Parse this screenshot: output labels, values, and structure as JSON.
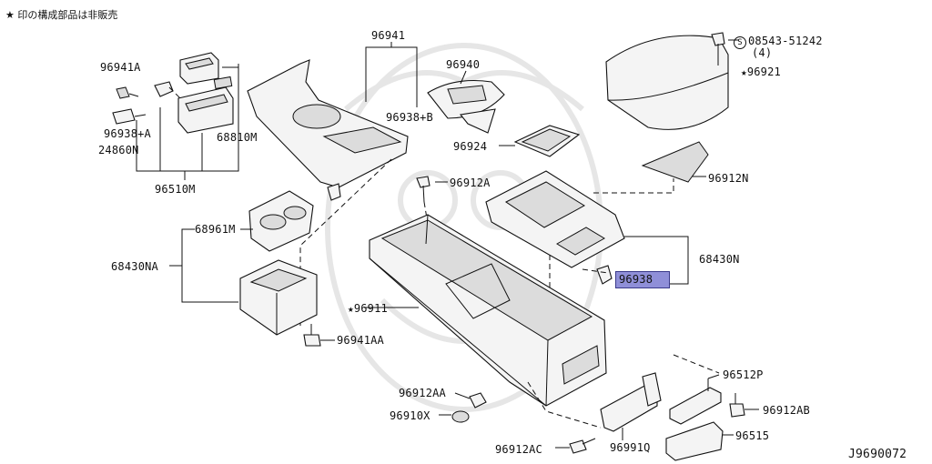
{
  "note": "★ 印の構成部品は非販売",
  "diagram_code": "J9690072",
  "parts": {
    "p96941A": "96941A",
    "p96941": "96941",
    "p96940": "96940",
    "p96938B": "96938+B",
    "p96938A": "96938+A",
    "p68810M": "68810M",
    "p24860N": "24860N",
    "p96510M": "96510M",
    "p96924": "96924",
    "p96912A": "96912A",
    "p96912N": "96912N",
    "p08543": "08543-51242",
    "p08543_qty": "(4)",
    "p08543_mark": "S",
    "p96921": "96921",
    "p68961M": "68961M",
    "p68430NA": "68430NA",
    "p68430N": "68430N",
    "p96938": "96938",
    "p96911": "96911",
    "p96941AA": "96941AA",
    "p96912AA": "96912AA",
    "p96910X": "96910X",
    "p96912AC": "96912AC",
    "p96991Q": "96991Q",
    "p96512P": "96512P",
    "p96912AB": "96912AB",
    "p96515": "96515"
  },
  "highlight_color": "#8f8fd8"
}
